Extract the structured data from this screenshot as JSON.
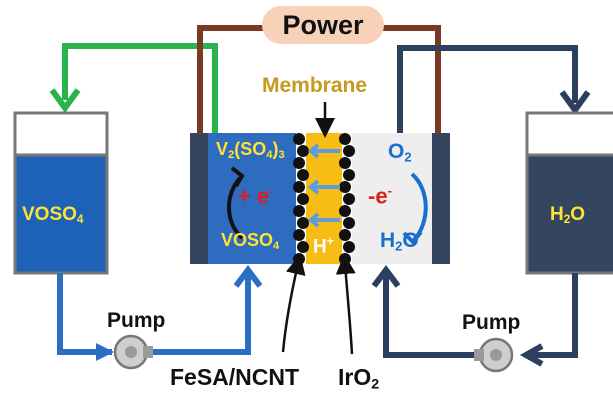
{
  "labels": {
    "power": "Power",
    "membrane": "Membrane",
    "left_tank": "VOSO",
    "left_tank_sub": "4",
    "right_tank": "H",
    "right_tank_sub": "2",
    "right_tank_tail": "O",
    "v2so43_a": "V",
    "v2so43_sub1": "2",
    "v2so43_b": "(SO",
    "v2so43_sub2": "4",
    "v2so43_c": ")",
    "v2so43_sub3": "3",
    "voso4_cell": "VOSO",
    "voso4_cell_sub": "4",
    "electron_left": "+ e",
    "electron_left_sup": "-",
    "electron_right": "-e",
    "electron_right_sup": "-",
    "o2": "O",
    "o2_sub": "2",
    "h2o_cell": "H",
    "h2o_cell_sub": "2",
    "h2o_cell_tail": "O",
    "hplus": "H",
    "hplus_sup": "+",
    "pump_left": "Pump",
    "pump_right": "Pump",
    "fesa": "FeSA/NCNT",
    "iro2": "IrO",
    "iro2_sub": "2"
  },
  "colors": {
    "tank_blue": "#1e62b8",
    "tank_dark": "#34465f",
    "electrode": "#34465f",
    "cell_left": "#2e6cbf",
    "cell_right": "#eeeeee",
    "membrane": "#f7bd14",
    "wire_green": "#29b34a",
    "wire_red": "#7a3a22",
    "wire_navy": "#2c3f5e",
    "pipe_blue": "#2a6fc4",
    "power_pill": "#f7d2b8"
  }
}
